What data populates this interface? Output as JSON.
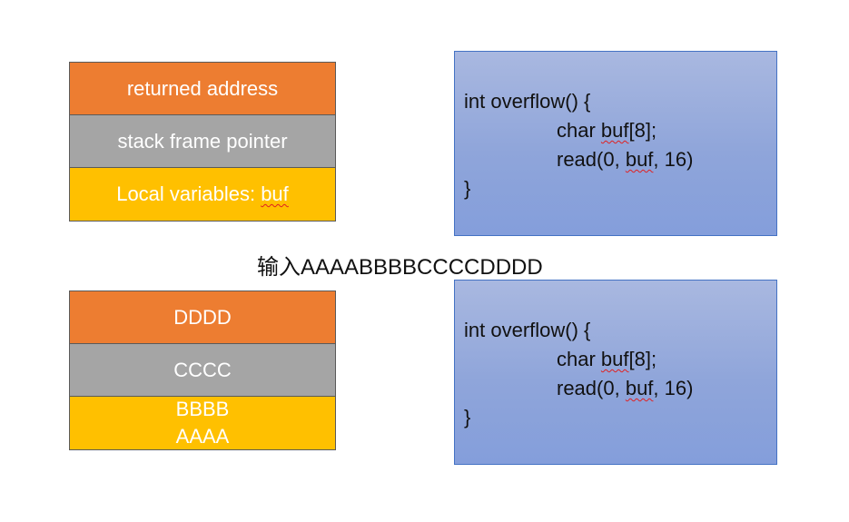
{
  "stack_before": {
    "return_label": "returned address",
    "frame_label": "stack frame pointer",
    "locals_prefix": "Local variables: ",
    "locals_var": "buf"
  },
  "code_before": {
    "line1": "int overflow() {",
    "line2_kw": "char ",
    "line2_var": "buf",
    "line2_rest": "[8];",
    "line3_pre": "read(0, ",
    "line3_var": "buf",
    "line3_post": ", 16)",
    "line4": "}"
  },
  "caption": "输入AAAABBBBCCCCDDDD",
  "stack_after": {
    "return_value": "DDDD",
    "frame_value": "CCCC",
    "locals_line1": "BBBB",
    "locals_line2": "AAAA"
  },
  "code_after": {
    "line1": "int overflow() {",
    "line2_kw": "char ",
    "line2_var": "buf",
    "line2_rest": "[8];",
    "line3_pre": "read(0, ",
    "line3_var": "buf",
    "line3_post": ", 16)",
    "line4": "}"
  },
  "colors": {
    "return_cell": "#ed7d31",
    "frame_cell": "#a5a5a5",
    "locals_cell": "#ffc000",
    "code_box": "#8fa5da"
  }
}
